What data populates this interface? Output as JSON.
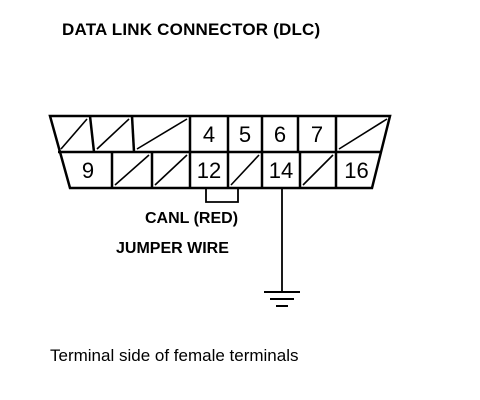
{
  "title": "DATA LINK CONNECTOR (DLC)",
  "jumper": {
    "line1": "CANL (RED)",
    "line2": "JUMPER WIRE"
  },
  "caption": "Terminal side of female terminals",
  "connector": {
    "top_row": [
      "",
      "",
      "",
      "4",
      "5",
      "6",
      "7",
      ""
    ],
    "bottom_row": [
      "9",
      "",
      "",
      "12",
      "",
      "14",
      "",
      "16"
    ]
  },
  "colors": {
    "line": "#000000",
    "background": "#ffffff"
  }
}
